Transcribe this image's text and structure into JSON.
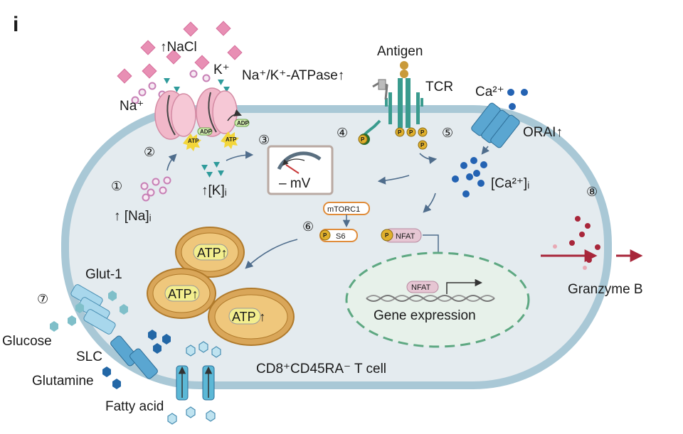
{
  "panel_label": "i",
  "labels": {
    "nacl": "↑NaCl",
    "na_ion": "Na⁺",
    "k_ion": "K⁺",
    "atpase": "Na⁺/K⁺-ATPase↑",
    "antigen": "Antigen",
    "tcr": "TCR",
    "ca_ion": "Ca²⁺",
    "orai": "ORAI↑",
    "na_i": "↑ [Na]ᵢ",
    "k_i": "↑[K]ᵢ",
    "mv": "– mV",
    "ca_i": "[Ca²⁺]ᵢ",
    "mtorc1": "mTORC1",
    "s6": "S6",
    "nfat": "NFAT",
    "nfat_nuc": "NFAT",
    "gene_expression": "Gene expression",
    "atp1": "ATP↑",
    "atp2": "ATP↑",
    "atp3": "ATP ↑",
    "glut1": "Glut-1",
    "glucose": "Glucose",
    "slc": "SLC",
    "glutamine": "Glutamine",
    "fatty_acid": "Fatty acid",
    "cell_name": "CD8⁺CD45RA⁻ T cell",
    "granzyme": "Granzyme B",
    "adp": "ADP",
    "atp_small": "ATP",
    "p": "P"
  },
  "steps": [
    "①",
    "②",
    "③",
    "④",
    "⑤",
    "⑥",
    "⑦",
    "⑧"
  ],
  "colors": {
    "membrane": "#a9c8d6",
    "cytoplasm": "#e4ebef",
    "mito": "#d9a659",
    "atp_badge": "#f3ee8e",
    "channel": "#5aa6d1",
    "tcr": "#3a9b8e",
    "phospho": "#e0b02c",
    "nucleus": "#e7f1ea",
    "nucleus_border": "#5ea882",
    "granzyme": "#a8263a",
    "nacl": "#e88fb4",
    "na_dots": "#c77fb5",
    "k_tri": "#2f9b9b",
    "ca_dots": "#2463b3",
    "arrow": "#4f6d8c"
  }
}
